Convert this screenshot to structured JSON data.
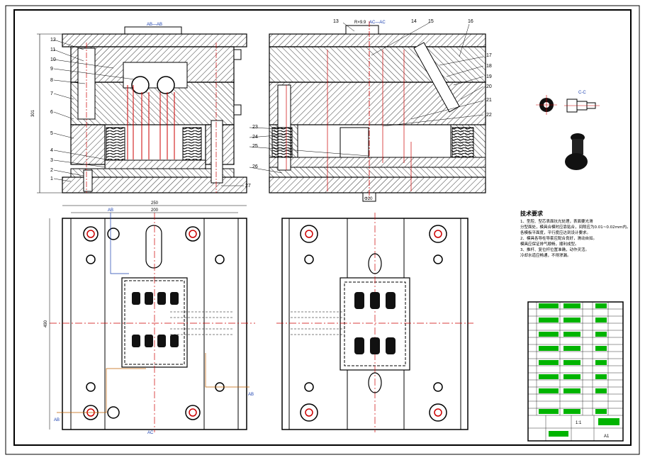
{
  "sections": {
    "ab": "AB—AB",
    "ac": "AC—AC",
    "cc": "C-C",
    "label_ab": "AB",
    "label_ac": "AC"
  },
  "callouts_left": [
    "12",
    "11",
    "10",
    "9",
    "8",
    "7",
    "6",
    "5",
    "4",
    "3",
    "2",
    "1"
  ],
  "callouts_right": [
    "13",
    "14",
    "15",
    "16",
    "17",
    "18",
    "19",
    "20",
    "21",
    "22",
    "23",
    "24",
    "25",
    "26",
    "27"
  ],
  "dimensions": {
    "height": "301",
    "width_outer": "250",
    "width_inner": "200",
    "length": "490",
    "center": "Φ20",
    "sprue": "R×9.9"
  },
  "notes": {
    "title": "技术要求",
    "lines": [
      "1、型腔、型芯表面抗光处理，表面要光滑",
      "分型面处，模具合模时应靠贴合，间隙应为0.01~0.02mm内。",
      "各模板平面度，平行度应达到设计要求。",
      "2、模具各导柱导套应配合良好，滑动自如。",
      "模具应保证排气顺畅，顺利成型。",
      "3、推杆、复位杆位置准确，动作灵活。",
      "冷却水道应畅通，不得渗漏。"
    ]
  },
  "title_block": {
    "scale": "1:1",
    "sheet": "A1"
  },
  "colors": {
    "frame": "#000000",
    "section": "#1a3fb0",
    "centerline": "#cc0000",
    "title_block": "#00b400"
  }
}
